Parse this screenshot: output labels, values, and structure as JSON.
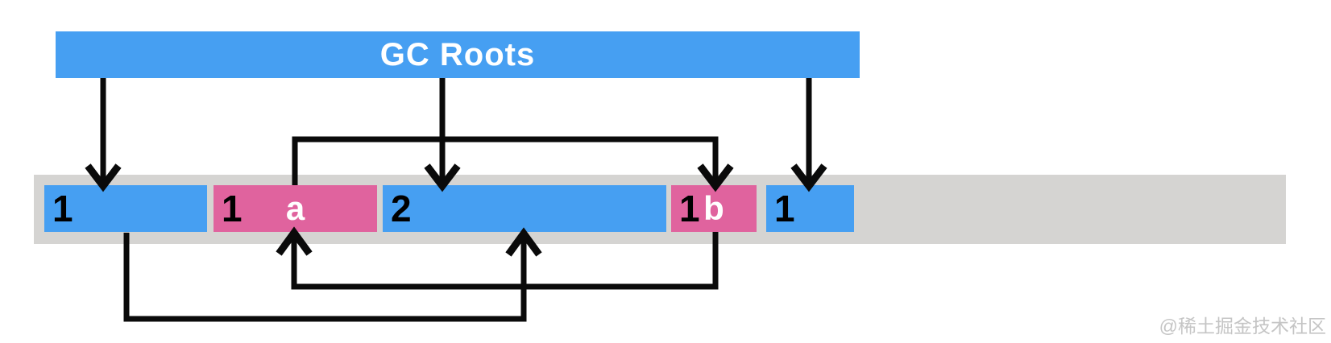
{
  "diagram": {
    "title": "GC Roots",
    "heap_blocks": [
      {
        "ref_count": "1"
      },
      {
        "ref_count": "1",
        "letter": "a"
      },
      {
        "ref_count": "2"
      },
      {
        "ref_count": "1",
        "letter": "b"
      },
      {
        "ref_count": "1"
      }
    ],
    "edges": [
      {
        "from": "gc-roots",
        "to": "block-1"
      },
      {
        "from": "gc-roots",
        "to": "block-2"
      },
      {
        "from": "gc-roots",
        "to": "block-5"
      },
      {
        "from": "object-a",
        "to": "object-b"
      },
      {
        "from": "object-b",
        "to": "object-a"
      },
      {
        "from": "block-1",
        "to": "block-2"
      }
    ],
    "colors": {
      "blue": "#469ff2",
      "pink": "#e0639e",
      "band": "#d5d4d2",
      "arrow": "#0a0a0a",
      "title_text": "#ffffff"
    },
    "watermark": "@稀土掘金技术社区"
  }
}
